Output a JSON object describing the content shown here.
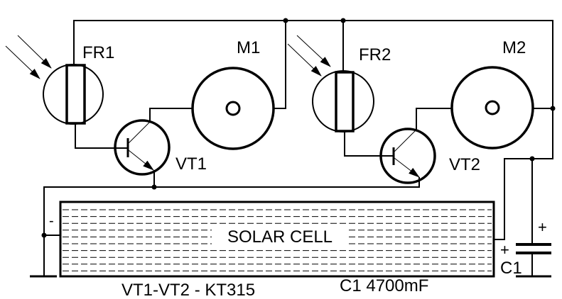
{
  "components": {
    "fr1": "FR1",
    "fr2": "FR2",
    "m1": "M1",
    "m2": "M2",
    "vt1": "VT1",
    "vt2": "VT2",
    "c1": "C1",
    "solar_cell": "SOLAR CELL",
    "minus": "-",
    "plus_cap": "+",
    "plus_cell": "+"
  },
  "notes": {
    "transistors": "VT1-VT2 - KT315",
    "capacitor": "C1 4700mF"
  }
}
